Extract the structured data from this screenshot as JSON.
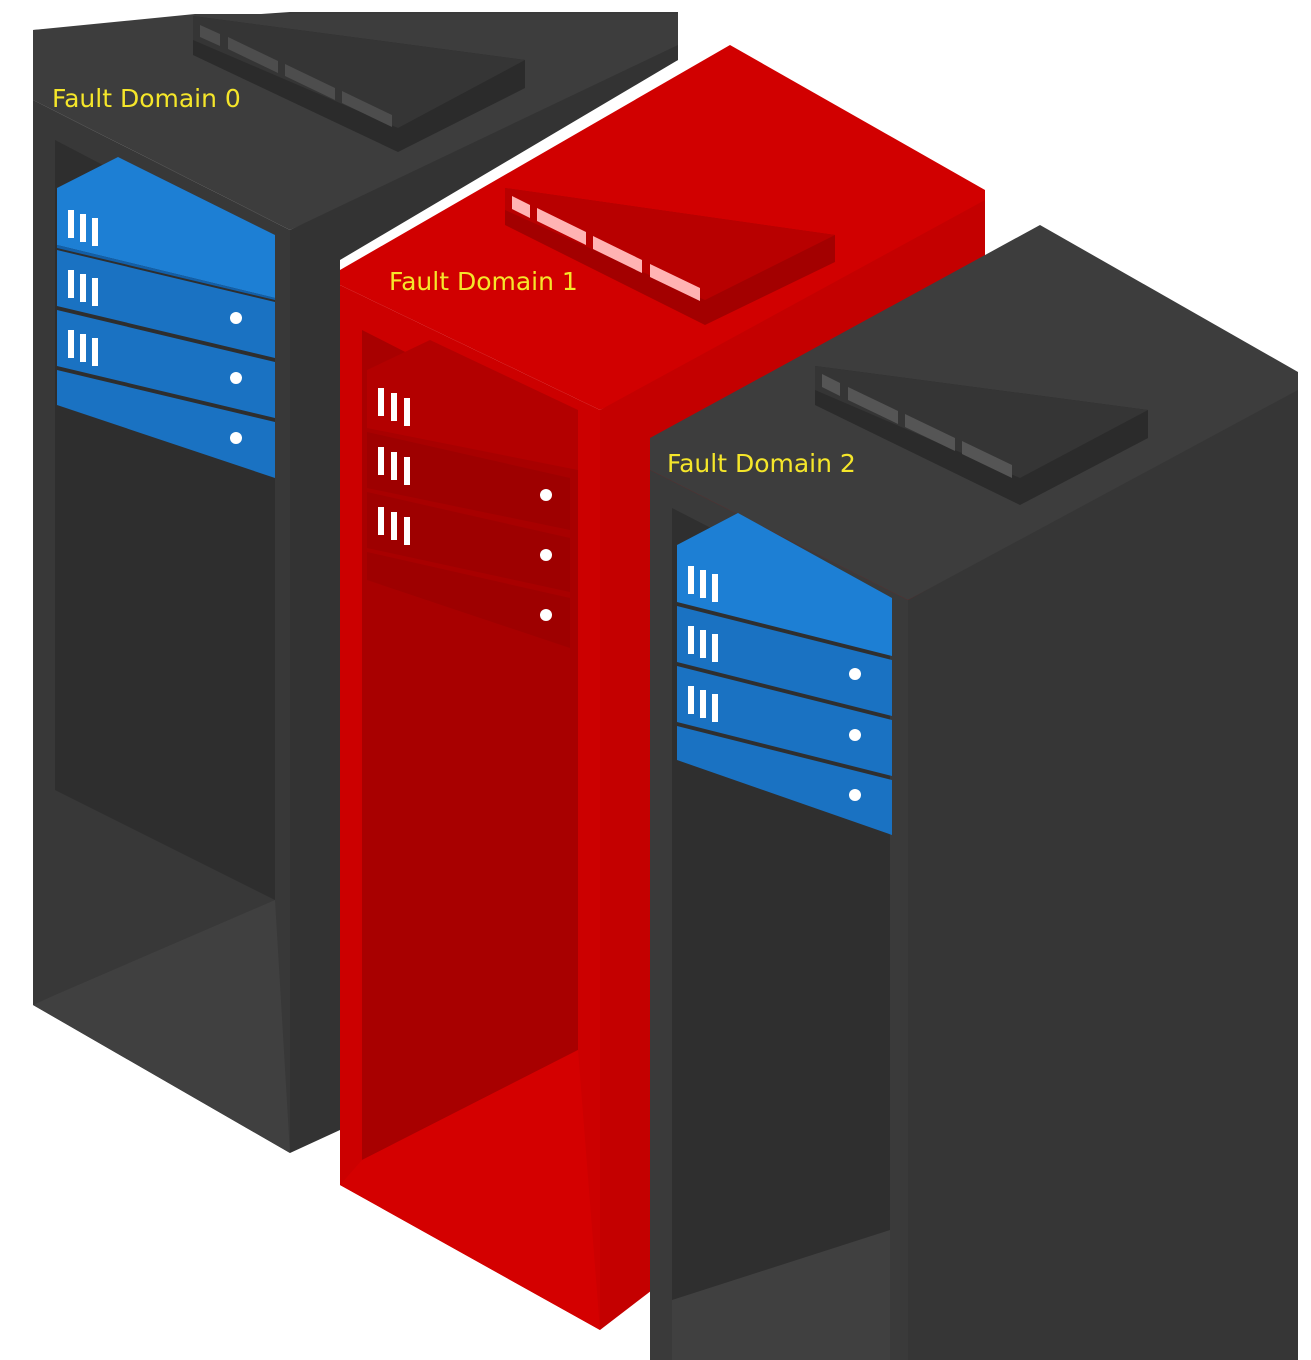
{
  "colors": {
    "background": "#ffffff",
    "label_text": "#f5e62a",
    "rack_dark": "#3a3a3a",
    "rack_dark_inner": "#2f2f2f",
    "rack_dark_side": "#333333",
    "rack_dark_top": "#3d3d3d",
    "rack_highlight": "#cc0000",
    "rack_highlight_inner": "#a80000",
    "rack_highlight_side": "#c40000",
    "rack_highlight_top": "#d10000",
    "server_blue": "#1d7fd4",
    "server_blue_shade": "#125fa8",
    "server_red": "#b30000",
    "server_red_shade": "#8c0000",
    "switch_dark": "#2b2b2b",
    "switch_red": "#a30000",
    "port_light": "#9a9a9a",
    "port_pink": "#ffb3b3",
    "led_white": "#ffffff"
  },
  "fault_domains": [
    {
      "label": "Fault Domain 0",
      "highlighted": false,
      "servers": 3
    },
    {
      "label": "Fault Domain 1",
      "highlighted": true,
      "servers": 3
    },
    {
      "label": "Fault Domain 2",
      "highlighted": false,
      "servers": 3
    }
  ],
  "icons": [
    "server-rack-icon",
    "server-unit-icon",
    "network-switch-icon"
  ]
}
